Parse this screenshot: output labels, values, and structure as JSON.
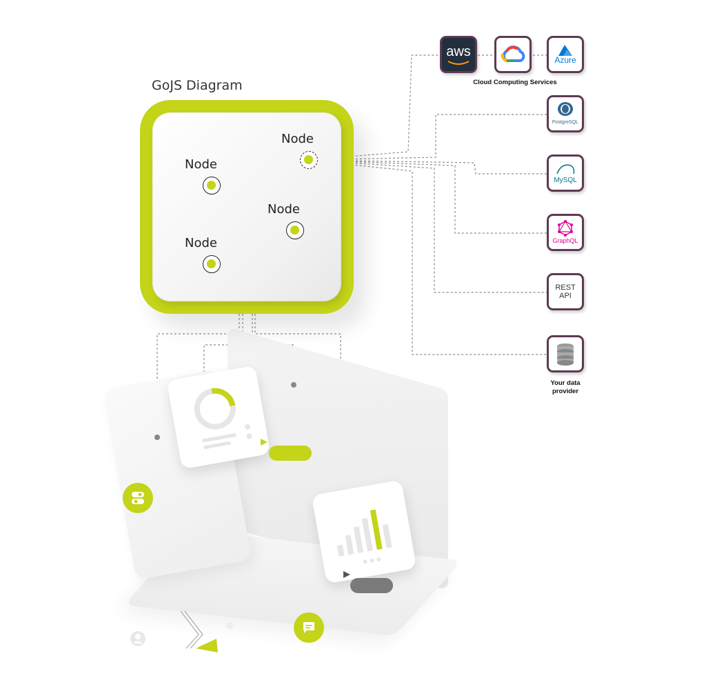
{
  "diagram": {
    "title": "GoJS Diagram",
    "nodes": [
      {
        "label": "Node"
      },
      {
        "label": "Node"
      },
      {
        "label": "Node"
      },
      {
        "label": "Node"
      }
    ]
  },
  "services": {
    "cloud_caption": "Cloud Computing Services",
    "aws": "aws",
    "azure": "Azure",
    "postgres": "PostgreSQL",
    "mysql": "MySQL",
    "graphql": "GraphQL",
    "rest": "REST\nAPI",
    "data_provider_caption": "Your data provider"
  },
  "colors": {
    "accent": "#c3d419",
    "service_border": "#5d3a52",
    "aws_bg": "#232f3e",
    "graphql": "#e10098",
    "mysql": "#00758f",
    "postgres": "#336791",
    "azure": "#0078d4"
  }
}
